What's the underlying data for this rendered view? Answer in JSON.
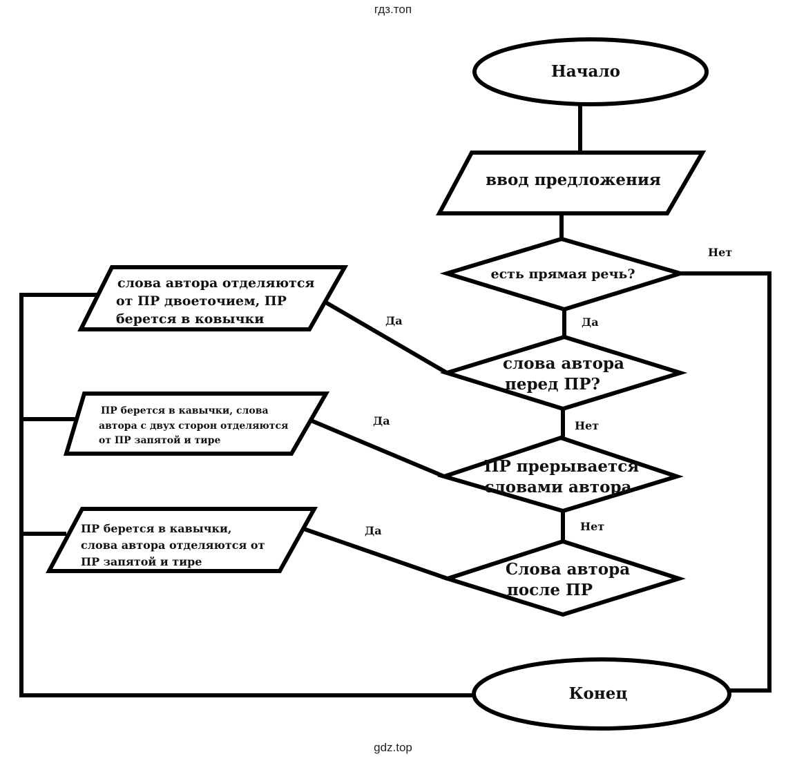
{
  "watermark": {
    "top": "гдз.топ",
    "bottom": "gdz.top"
  },
  "flowchart": {
    "start": "Начало",
    "input": "ввод предложения",
    "decisions": {
      "has_direct_speech": "есть прямая речь?",
      "author_before": [
        "слова автора",
        "перед ПР?"
      ],
      "interrupted": [
        "ПР прерывается",
        "словами автора"
      ],
      "author_after": [
        "Слова автора",
        "после ПР"
      ]
    },
    "outcomes": {
      "colon_quotes": [
        "слова автора отделяются",
        "от ПР двоеточием, ПР",
        "берется в ковычки"
      ],
      "both_sides": [
        "ПР берется в кавычки, слова",
        "автора с двух сторон отделяются",
        "от ПР запятой и тире"
      ],
      "after": [
        "ПР берется в кавычки,",
        "слова автора отделяются от",
        "ПР запятой и тире"
      ]
    },
    "end": "Конец",
    "labels": {
      "no_1": "Нет",
      "yes_1": "Да",
      "yes_2": "Да",
      "no_2": "Нет",
      "yes_3": "Да",
      "no_3": "Нет",
      "yes_4": "Да"
    }
  }
}
